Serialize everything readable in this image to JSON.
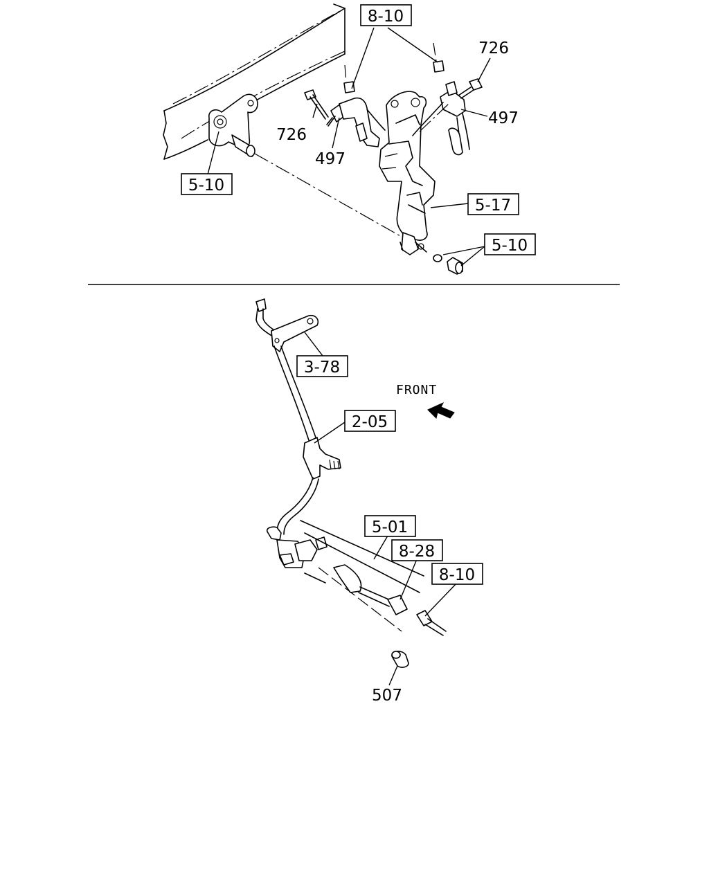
{
  "top_section": {
    "callouts": {
      "ref_8_10_top": "8-10",
      "num_726_right": "726",
      "num_726_left": "726",
      "num_497_right": "497",
      "num_497_left": "497",
      "ref_5_10_left": "5-10",
      "ref_5_17": "5-17",
      "ref_5_10_right": "5-10"
    }
  },
  "bottom_section": {
    "callouts": {
      "ref_3_78": "3-78",
      "ref_2_05": "2-05",
      "ref_5_01": "5-01",
      "ref_8_28": "8-28",
      "ref_8_10_bottom": "8-10",
      "num_507": "507"
    },
    "front_label": "FRONT",
    "front_icon": "arrow-left-icon"
  }
}
